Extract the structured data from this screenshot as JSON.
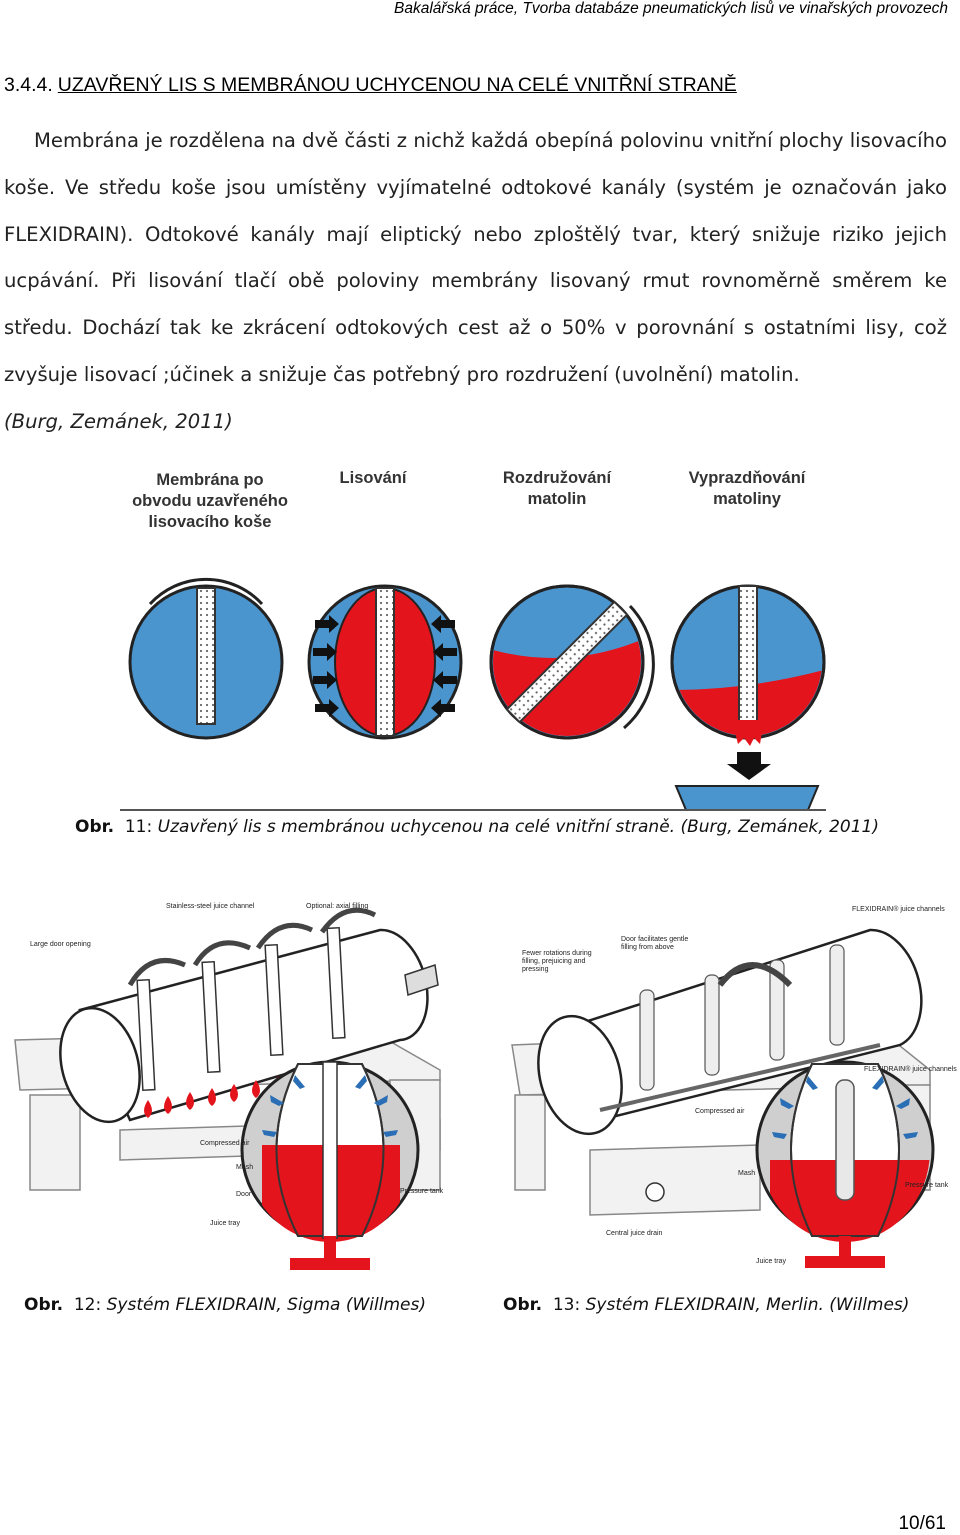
{
  "header": {
    "text": "Bakalářská práce, Tvorba databáze pneumatických lisů ve vinařských provozech"
  },
  "section": {
    "number": "3.4.4.",
    "title": "UZAVŘENÝ LIS S MEMBRÁNOU UCHYCENOU NA CELÉ VNITŘNÍ STRANĚ"
  },
  "body": {
    "paragraph": "Membrána je rozdělena na dvě části z nichž každá obepíná polovinu vnitřní plochy lisovacího koše. Ve středu koše jsou umístěny vyjímatelné odtokové kanály (systém je označován jako FLEXIDRAIN). Odtokové kanály mají eliptický nebo zploštělý tvar, který snižuje riziko jejich ucpávání. Při lisování tlačí obě poloviny membrány lisovaný rmut rovnoměrně směrem ke středu. Dochází tak ke zkrácení odtokových cest až o 50% v porovnání s ostatními lisy, což zvyšuje lisovací ;účinek a snižuje čas potřebný pro rozdružení (uvolnění) matolin.",
    "citation": "(Burg, Zemánek, 2011)"
  },
  "figure11": {
    "labels": {
      "stage1": "Membrána po obvodu uzavřeného lisovacího koše",
      "stage2": "Lisování",
      "stage3": "Rozdružování matolin",
      "stage4": "Vyprazdňování matoliny"
    },
    "caption_prefix": "Obr.",
    "caption_number": "11",
    "caption_text": "Uzavřený lis s membránou uchycenou na celé vnitřní straně. (Burg, Zemánek, 2011)"
  },
  "figure12": {
    "labels": {
      "juice_channel": "Stainless-steel juice channel",
      "axial_filling": "Optional: axial filling",
      "door_opening": "Large door opening",
      "compressed_air": "Compressed air",
      "mash": "Mash",
      "door": "Door",
      "pressure_tank": "Pressure tank",
      "juice_tray": "Juice tray"
    },
    "caption_prefix": "Obr.",
    "caption_number": "12",
    "caption_text": "Systém FLEXIDRAIN, Sigma (Willmes)"
  },
  "figure13": {
    "labels": {
      "flexidrain_top": "FLEXIDRAIN® juice channels",
      "door_gentle": "Door facilitates gentle filling from above",
      "fewer_rotations": "Fewer rotations during filling, prejuicing and pressing",
      "flexidrain_side": "FLEXIDRAIN® juice channels",
      "compressed_air": "Compressed air",
      "mash": "Mash",
      "pressure_tank": "Pressure tank",
      "central_drain": "Central juice drain",
      "juice_tray": "Juice tray"
    },
    "caption_prefix": "Obr.",
    "caption_number": "13",
    "caption_text": "Systém FLEXIDRAIN, Merlin. (Willmes)"
  },
  "footer": {
    "page": "10/61"
  },
  "colors": {
    "membrane_blue": "#3d8fcf",
    "mash_red": "#e3141b",
    "outline": "#222222"
  }
}
